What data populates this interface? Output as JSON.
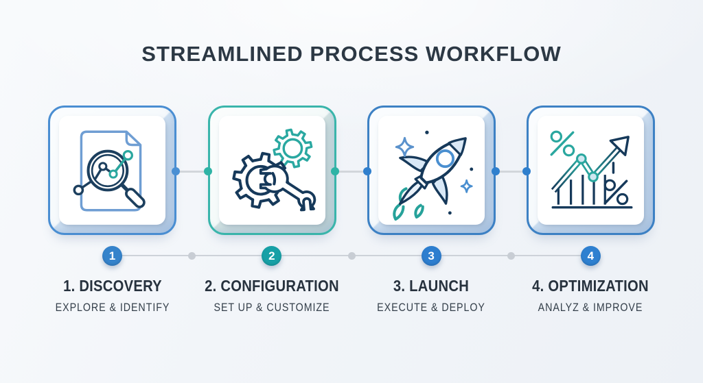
{
  "title": "STREAMLINED PROCESS WORKFLOW",
  "steps": [
    {
      "number": "1",
      "title": "1. DISCOVERY",
      "subtitle": "EXPLORE & IDENTIFY",
      "icon": "document-magnifier-chart-icon",
      "card_border_color": "#4a8ed2",
      "marker_color": "#3583cb"
    },
    {
      "number": "2",
      "title": "2. CONFIGURATION",
      "subtitle": "SET UP & CUSTOMIZE",
      "icon": "gears-wrench-icon",
      "card_border_color": "#3ab5ab",
      "marker_color": "#17a0a6"
    },
    {
      "number": "3",
      "title": "3. LAUNCH",
      "subtitle": "EXECUTE & DEPLOY",
      "icon": "rocket-icon",
      "card_border_color": "#3d81c4",
      "marker_color": "#2d7ecf"
    },
    {
      "number": "4",
      "title": "4. OPTIMIZATION",
      "subtitle": "ANALYZ & IMPROVE",
      "icon": "growth-chart-percent-icon",
      "card_border_color": "#3d81c4",
      "marker_color": "#2e80d0"
    }
  ],
  "colors": {
    "background_top": "#f8fafc",
    "background_bottom": "#edf1f6",
    "title_text": "#2c3844",
    "step_title_text": "#27323e",
    "step_subtitle_text": "#333e49",
    "timeline_line": "#cdd2d9",
    "timeline_mid_dot": "#c8cdd4",
    "icon_navy": "#1c3f5e",
    "icon_teal": "#2aa7a0",
    "icon_blue": "#5b92cc"
  }
}
